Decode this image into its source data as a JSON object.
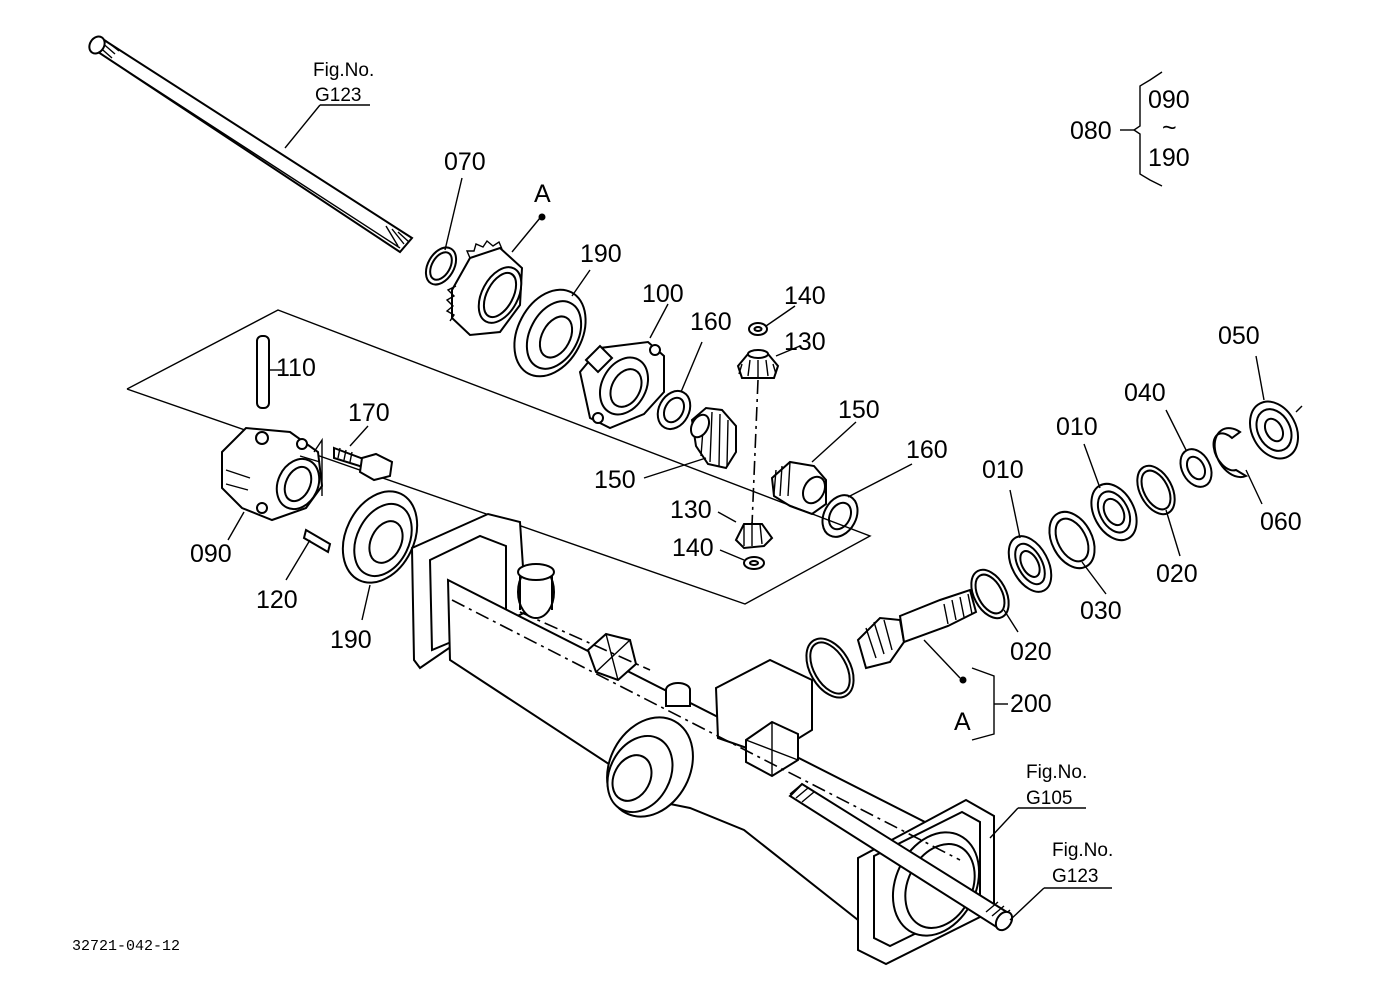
{
  "diagram_code": "32721-042-12",
  "labels": {
    "p070": "070",
    "A_top": "A",
    "p190_top": "190",
    "p100": "100",
    "p140_top": "140",
    "p130_top": "130",
    "p160_top": "160",
    "p150_right": "150",
    "p150_left": "150",
    "p160_right": "160",
    "p130_bottom": "130",
    "p140_bottom": "140",
    "p110": "110",
    "p170": "170",
    "p090": "090",
    "p120": "120",
    "p190_left": "190",
    "p050": "050",
    "p040": "040",
    "p010_right": "010",
    "p010_left": "010",
    "p060": "060",
    "p020_right": "020",
    "p030": "030",
    "p020_left": "020",
    "p200": "200",
    "A_bottom": "A"
  },
  "group_note": {
    "parent": "080",
    "from": "090",
    "tilde": "~",
    "to": "190"
  },
  "fig_refs": {
    "top": {
      "line1": "Fig.No.",
      "line2": "G123"
    },
    "right_upper": {
      "line1": "Fig.No.",
      "line2": "G105"
    },
    "right_lower": {
      "line1": "Fig.No.",
      "line2": "G123"
    }
  }
}
